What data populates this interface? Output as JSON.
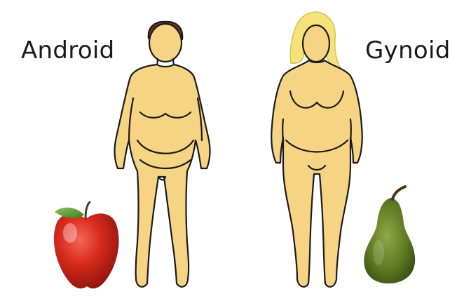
{
  "labels": {
    "left": "Android",
    "right": "Gynoid"
  },
  "figures": {
    "left": {
      "shape": "apple",
      "hair": "brown",
      "icon": "apple-icon"
    },
    "right": {
      "shape": "pear",
      "hair": "blonde",
      "icon": "pear-icon"
    }
  },
  "colors": {
    "skin": "#F7D384",
    "outline": "#1b1b1b",
    "hair_left": "#7A3315",
    "hair_right": "#F6E27A",
    "apple": "#D92B1E",
    "pear": "#5E7A22"
  }
}
